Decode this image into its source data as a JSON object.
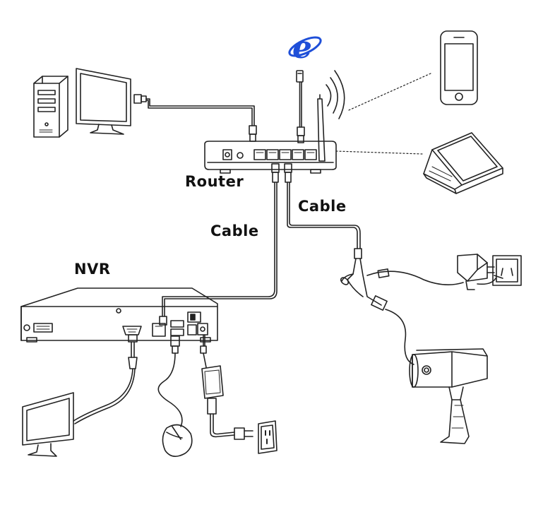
{
  "labels": {
    "router": "Router",
    "cable_top": "Cable",
    "cable_left": "Cable",
    "nvr": "NVR"
  },
  "icons": {
    "internet": "internet-explorer-icon",
    "pc": "desktop-pc-icon",
    "phone": "smartphone-icon",
    "laptop": "laptop-icon",
    "camera": "bullet-camera-icon",
    "monitor": "monitor-icon",
    "mouse": "mouse-icon",
    "outlet": "power-outlet-icon"
  },
  "colors": {
    "ie_blue": "#1f4fd8",
    "line": "#222222"
  }
}
